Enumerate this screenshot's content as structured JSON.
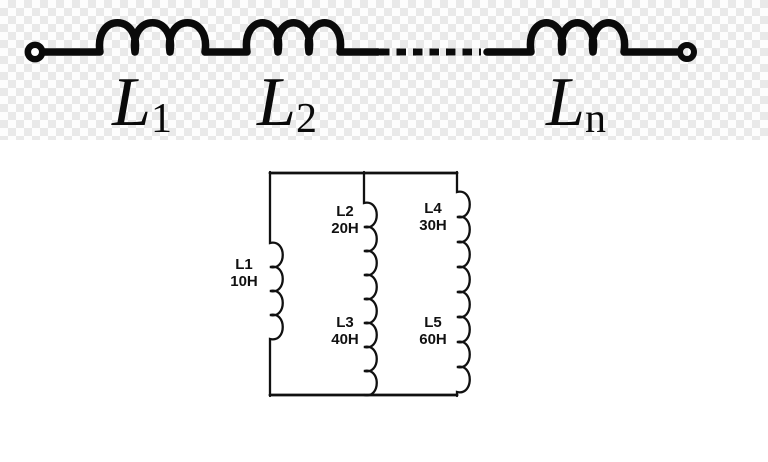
{
  "series_circuit": {
    "labels": [
      {
        "symbol": "L",
        "subscript": "1"
      },
      {
        "symbol": "L",
        "subscript": "2"
      },
      {
        "symbol": "L",
        "subscript": "n"
      }
    ]
  },
  "parallel_circuit": {
    "inductors": [
      {
        "name": "L1",
        "value": "10H"
      },
      {
        "name": "L2",
        "value": "20H"
      },
      {
        "name": "L3",
        "value": "40H"
      },
      {
        "name": "L4",
        "value": "30H"
      },
      {
        "name": "L5",
        "value": "60H"
      }
    ]
  },
  "colors": {
    "line": "#000000",
    "checker_gray": "#e9e9e9",
    "background": "#ffffff"
  }
}
